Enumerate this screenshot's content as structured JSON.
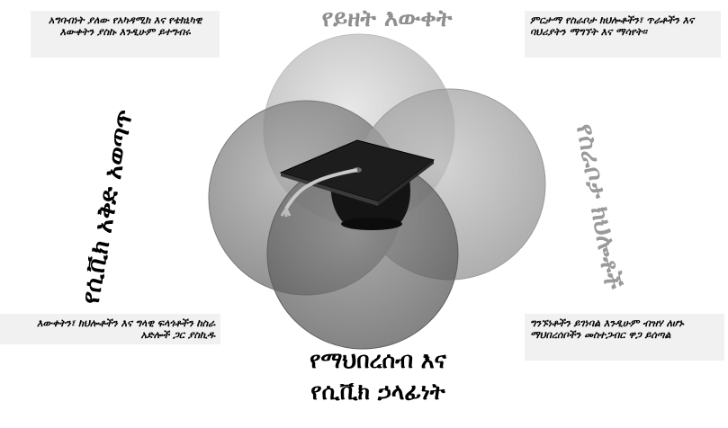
{
  "titles": {
    "top": "የይዘት እውቀት",
    "left": "የሲቪክ አቅድ አወጣጥ",
    "right": "የስራቦታ ክህሎቶች",
    "bottom_line1": "የማህበረሰብ እና",
    "bottom_line2": "የሲቪክ ኃላፊነት"
  },
  "notes": {
    "top_left": "አግባብነት ያለው የአካዳሚክ እና የቴክኒካዊ እውቀትን ያስኩ እንዲሁም ይተግብሩ",
    "top_right": "ምርታማ የስራቦታ ክህሎቶችን፣ ጥራቶችን እና ባህሪያትን ማግኘት እና ማሳየት።",
    "bottom_left": "እውቀትን፣ ክህሎቶችን እና ግላዊ ፍላጎቶችን ከስራ አድሎች ጋር ያስኪዱ",
    "bottom_right": "ግንኙነቶችን ይገነባል እንዲሁም ብዝሃ ለሆኑ ማህበረሰቦችን መስተጋብር ዋጋ ይሰጣል"
  },
  "colors": {
    "circle_top": "#c8c8c8",
    "circle_left": "#8a8a8a",
    "circle_right": "#a3a3a3",
    "circle_bottom": "#6f6f6f",
    "cap": "#1a1a1a",
    "tassel": "#c9c9c9"
  },
  "icons": [
    "graduation-cap-icon"
  ]
}
